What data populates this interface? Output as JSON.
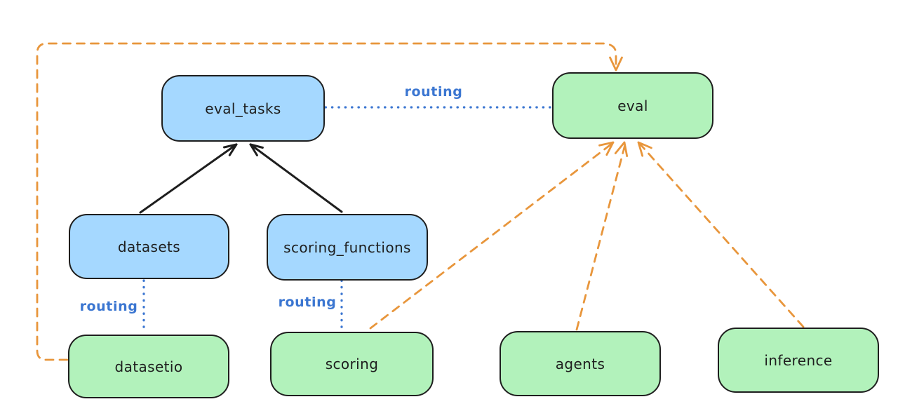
{
  "diagram": {
    "type": "flow-diagram",
    "background": "#ffffff",
    "colors": {
      "resource_box_fill": "#a5d8ff",
      "provider_box_fill": "#b2f2bb",
      "box_stroke": "#1e1e1e",
      "routing_blue": "#3b76d1",
      "orange_dashed": "#e8963c",
      "black_arrow": "#1e1e1e"
    },
    "nodes": [
      {
        "id": "eval_tasks",
        "label": "eval_tasks",
        "color": "blue"
      },
      {
        "id": "eval",
        "label": "eval",
        "color": "green"
      },
      {
        "id": "datasets",
        "label": "datasets",
        "color": "blue"
      },
      {
        "id": "scoring_functions",
        "label": "scoring_functions",
        "color": "blue"
      },
      {
        "id": "datasetio",
        "label": "datasetio",
        "color": "green"
      },
      {
        "id": "scoring",
        "label": "scoring",
        "color": "green"
      },
      {
        "id": "agents",
        "label": "agents",
        "color": "green"
      },
      {
        "id": "inference",
        "label": "inference",
        "color": "green"
      }
    ],
    "edges": [
      {
        "from": "datasets",
        "to": "eval_tasks",
        "style": "solid-black-arrow"
      },
      {
        "from": "scoring_functions",
        "to": "eval_tasks",
        "style": "solid-black-arrow"
      },
      {
        "from": "eval_tasks",
        "to": "eval",
        "style": "dotted-blue",
        "label": "routing"
      },
      {
        "from": "datasets",
        "to": "datasetio",
        "style": "dotted-blue",
        "label": "routing"
      },
      {
        "from": "scoring_functions",
        "to": "scoring",
        "style": "dotted-blue",
        "label": "routing"
      },
      {
        "from": "datasetio",
        "to": "eval",
        "style": "dashed-orange-arrow"
      },
      {
        "from": "scoring",
        "to": "eval",
        "style": "dashed-orange-arrow"
      },
      {
        "from": "agents",
        "to": "eval",
        "style": "dashed-orange-arrow"
      },
      {
        "from": "inference",
        "to": "eval",
        "style": "dashed-orange-arrow"
      }
    ],
    "edge_labels": [
      {
        "id": "routing-eval-tasks-to-eval",
        "text": "routing"
      },
      {
        "id": "routing-datasets-to-datasetio",
        "text": "routing"
      },
      {
        "id": "routing-scoring-functions-to-scoring",
        "text": "routing"
      }
    ]
  }
}
